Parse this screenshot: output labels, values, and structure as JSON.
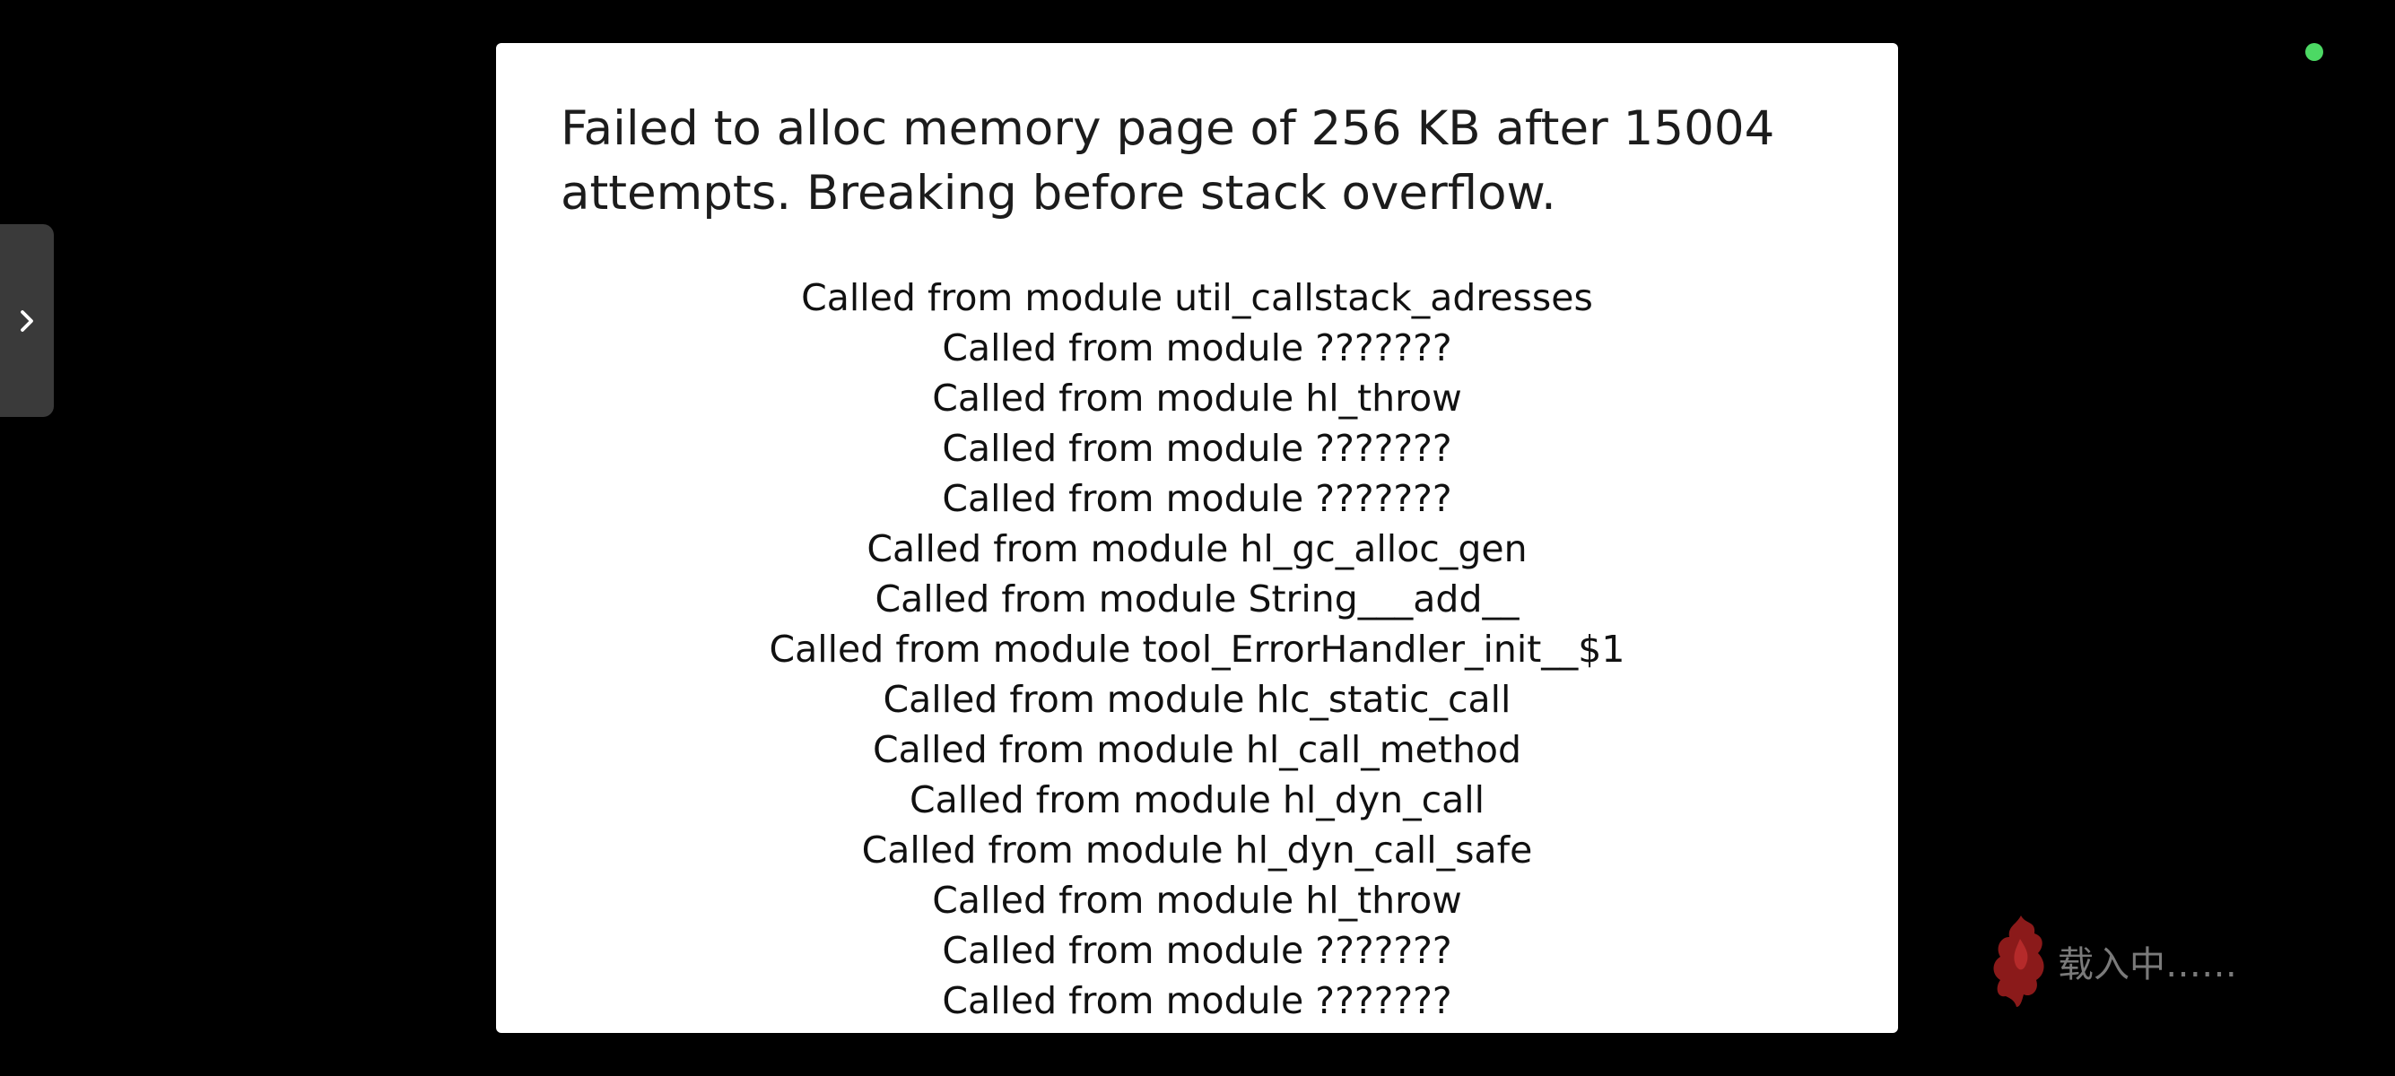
{
  "side_handle": {
    "icon": "chevron-right-icon"
  },
  "status_indicator": {
    "color": "#4cd964"
  },
  "dialog": {
    "title": "Failed to alloc memory page of 256 KB after 15004 attempts. Breaking before stack overflow.",
    "stack_trace": [
      "Called from module util_callstack_adresses",
      "Called from module ???????",
      "Called from module hl_throw",
      "Called from module ???????",
      "Called from module ???????",
      "Called from module hl_gc_alloc_gen",
      "Called from module String___add__",
      "Called from module tool_ErrorHandler_init__$1",
      "Called from module hlc_static_call",
      "Called from module hl_call_method",
      "Called from module hl_dyn_call",
      "Called from module hl_dyn_call_safe",
      "Called from module hl_throw",
      "Called from module ???????",
      "Called from module ???????"
    ]
  },
  "loading": {
    "text": "载入中……",
    "logo_icon": "red-flame-logo-icon",
    "logo_color": "#8b1a1a"
  }
}
